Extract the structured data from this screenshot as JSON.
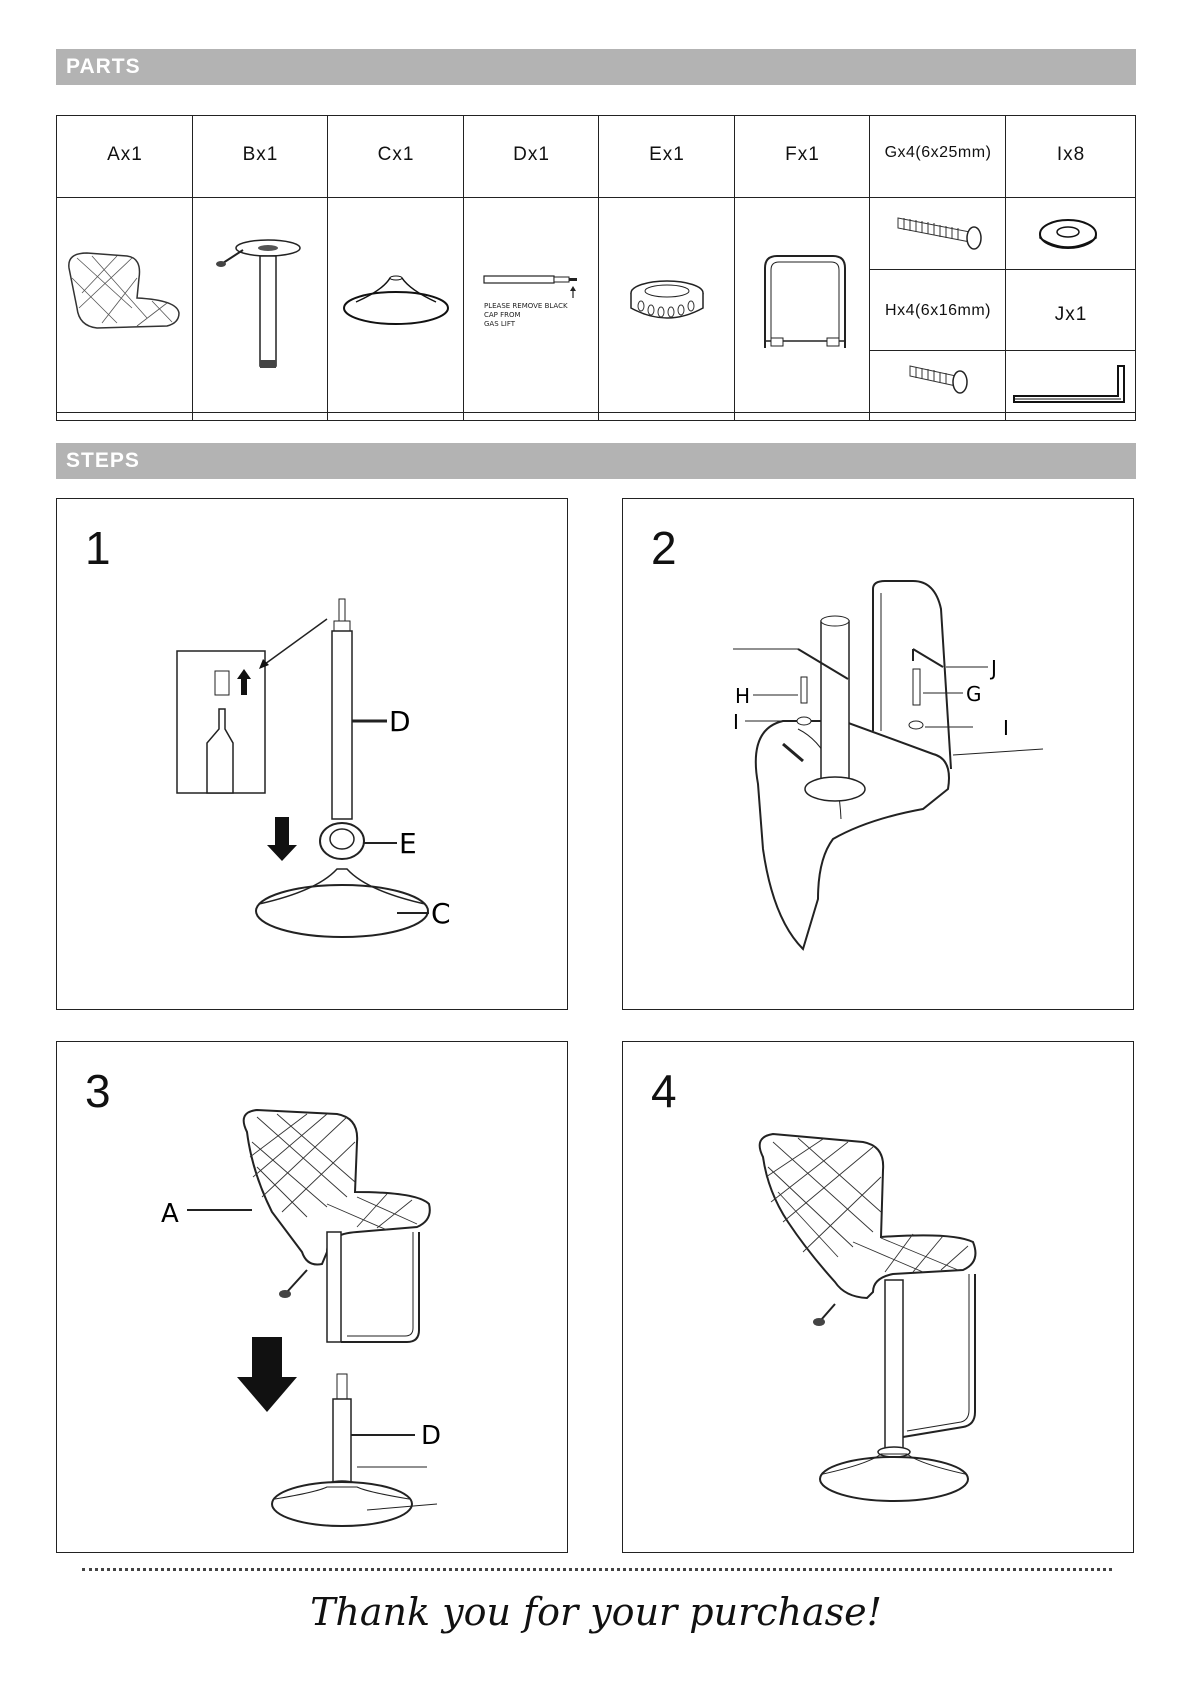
{
  "parts_section": {
    "title": "PARTS"
  },
  "steps_section": {
    "title": "STEPS"
  },
  "parts": [
    {
      "label": "Ax1",
      "icon": "seat-icon"
    },
    {
      "label": "Bx1",
      "icon": "seat-plate-column-icon"
    },
    {
      "label": "Cx1",
      "icon": "base-plate-icon"
    },
    {
      "label": "Dx1",
      "icon": "gas-lift-icon",
      "note": "PLEASE REMOVE BLACK CAP FROM GAS LIFT",
      "note_lines": [
        "PLEASE REMOVE BLACK",
        "CAP FROM",
        "GAS LIFT"
      ]
    },
    {
      "label": "Ex1",
      "icon": "foot-ring-icon"
    },
    {
      "label": "Fx1",
      "icon": "footrest-frame-icon"
    },
    {
      "label": "Gx4(6x25mm)",
      "icon": "long-bolt-icon"
    },
    {
      "label": "Ix8",
      "icon": "washer-icon"
    },
    {
      "label": "Hx4(6x16mm)",
      "icon": "short-bolt-icon"
    },
    {
      "label": "Jx1",
      "icon": "allen-key-icon"
    }
  ],
  "steps": [
    {
      "number": "1",
      "labels": {
        "D": "D",
        "E": "E",
        "C": "C"
      }
    },
    {
      "number": "2",
      "labels": {
        "J": "J",
        "H": "H",
        "G": "G",
        "I1": "I",
        "I2": "I"
      }
    },
    {
      "number": "3",
      "labels": {
        "A": "A",
        "D": "D"
      }
    },
    {
      "number": "4"
    }
  ],
  "footer": {
    "thanks": "Thank you for your purchase!"
  }
}
